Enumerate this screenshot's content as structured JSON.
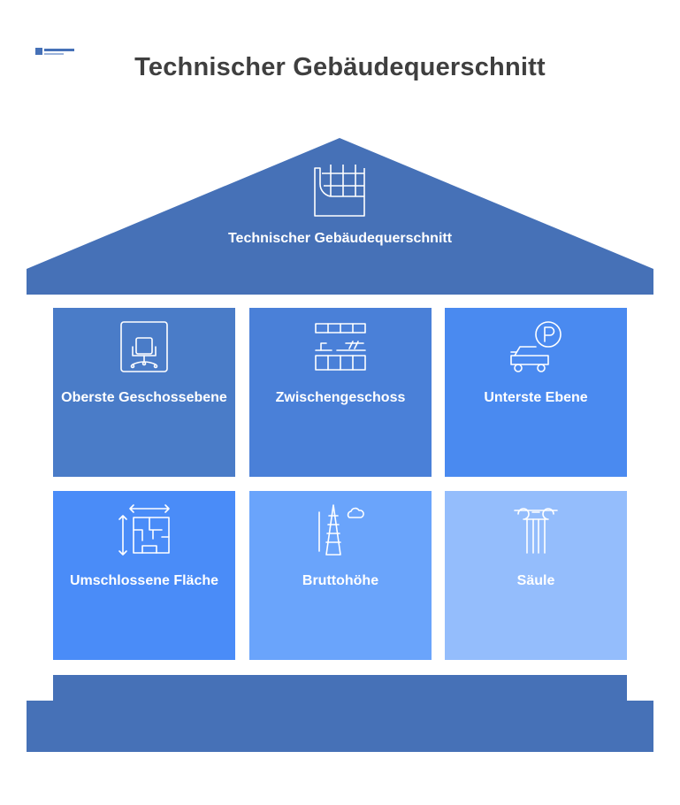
{
  "title": "Technischer Gebäudequerschnitt",
  "roof": {
    "label": "Technischer Gebäudequerschnitt",
    "icon": "blueprint-grid-icon",
    "color": "#4671b7"
  },
  "tiles": [
    {
      "label": "Oberste Geschossebene",
      "icon": "office-chair-icon",
      "color": "#4a7cc8"
    },
    {
      "label": "Zwischengeschoss",
      "icon": "mezzanine-shelves-icon",
      "color": "#4a80d8"
    },
    {
      "label": "Unterste Ebene",
      "icon": "car-parking-icon",
      "color": "#4a8af0"
    },
    {
      "label": "Umschlossene Fläche",
      "icon": "floor-plan-area-icon",
      "color": "#4a8cf8"
    },
    {
      "label": "Bruttohöhe",
      "icon": "tower-height-icon",
      "color": "#6aa4fb"
    },
    {
      "label": "Säule",
      "icon": "column-pillar-icon",
      "color": "#94bdfc"
    }
  ],
  "base": {
    "color": "#4671b7"
  }
}
